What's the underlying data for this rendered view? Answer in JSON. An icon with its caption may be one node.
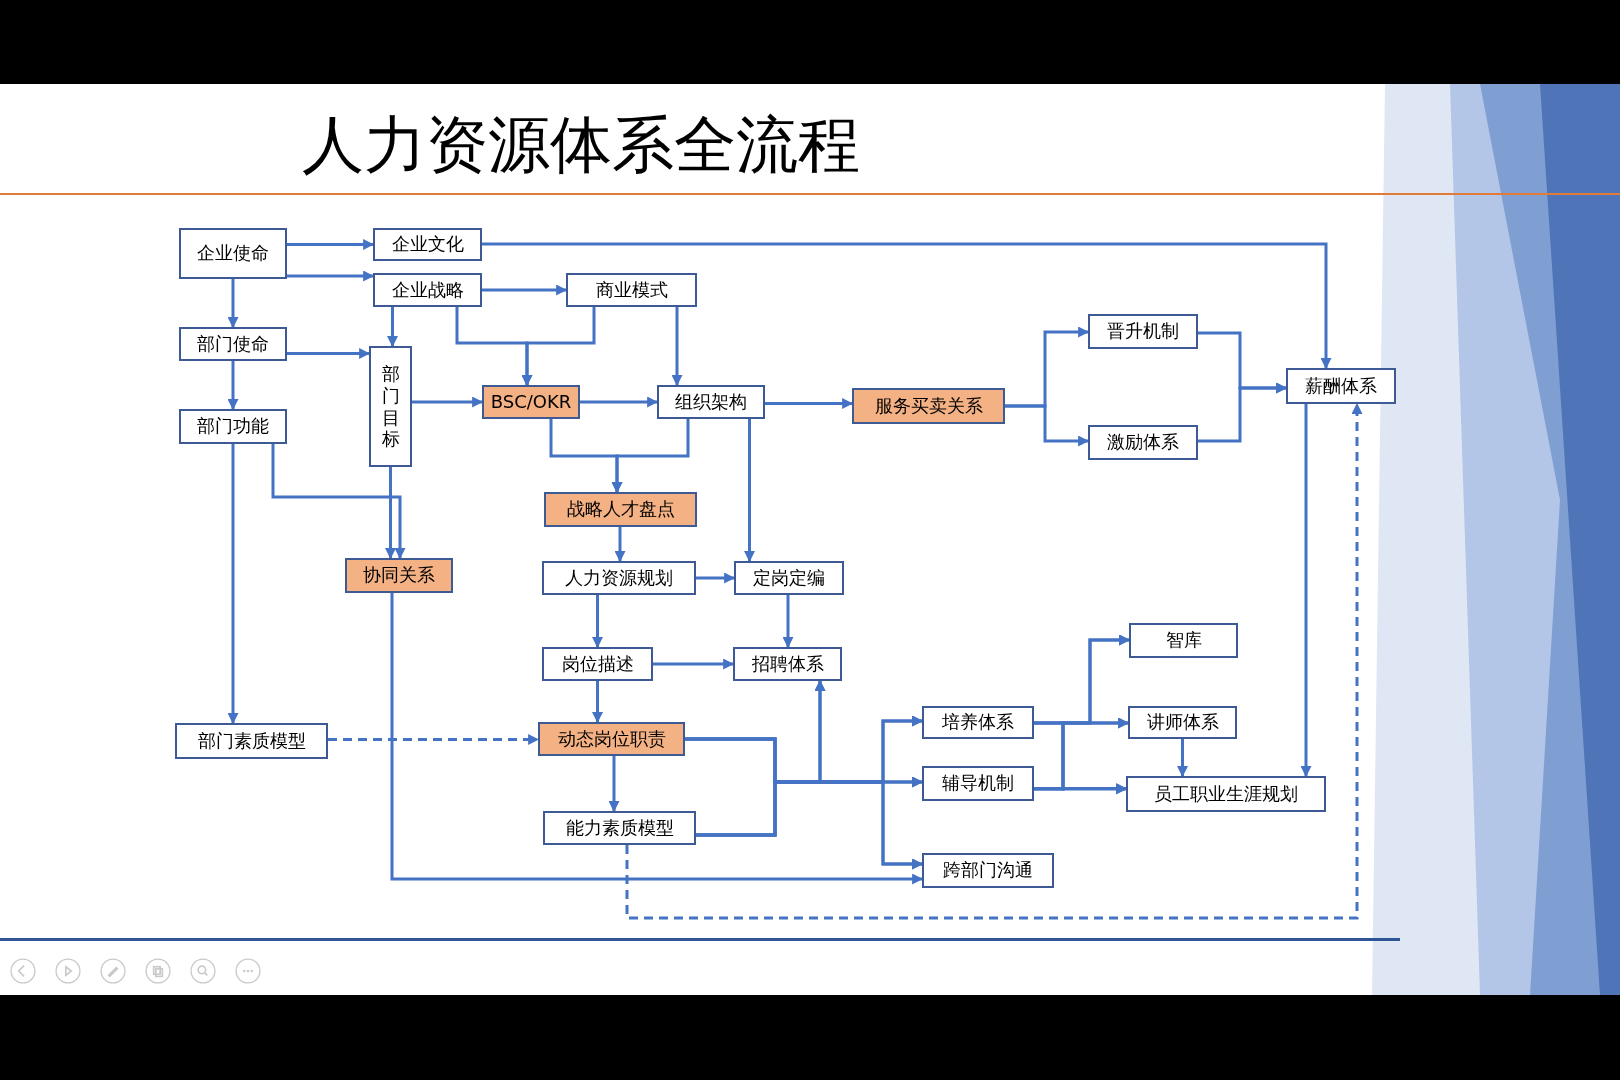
{
  "diagram": {
    "title": "人力资源体系全流程",
    "nodes": [
      {
        "text": [
          "企业使命"
        ]
      },
      {
        "text": [
          "企业文化"
        ]
      },
      {
        "text": [
          "企业战略"
        ]
      },
      {
        "text": [
          "商业模式"
        ]
      },
      {
        "text": [
          "部门使命"
        ]
      },
      {
        "text": [
          "部门目标"
        ]
      },
      {
        "text": [
          "BSC/OKR"
        ]
      },
      {
        "text": [
          "组织架构"
        ]
      },
      {
        "text": [
          "服务买卖关系"
        ]
      },
      {
        "text": [
          "晋升机制"
        ]
      },
      {
        "text": [
          "激励体系"
        ]
      },
      {
        "text": [
          "薪酬体系"
        ]
      },
      {
        "text": [
          "部门功能"
        ]
      },
      {
        "text": [
          "战略人才盘点"
        ]
      },
      {
        "text": [
          "协同关系"
        ]
      },
      {
        "text": [
          "人力资源规划"
        ]
      },
      {
        "text": [
          "定岗定编"
        ]
      },
      {
        "text": [
          "岗位描述"
        ]
      },
      {
        "text": [
          "招聘体系"
        ]
      },
      {
        "text": [
          "智库"
        ]
      },
      {
        "text": [
          "部门素质模型"
        ]
      },
      {
        "text": [
          "动态岗位职责"
        ]
      },
      {
        "text": [
          "培养体系"
        ]
      },
      {
        "text": [
          "讲师体系"
        ]
      },
      {
        "text": [
          "辅导机制"
        ]
      },
      {
        "text": [
          "员工职业生涯规划"
        ]
      },
      {
        "text": [
          "能力素质模型"
        ]
      },
      {
        "text": [
          "跨部门沟通"
        ]
      }
    ],
    "edges": [
      {
        "from": 0,
        "to": 1,
        "arrow": "to"
      },
      {
        "from": 0,
        "to": 2,
        "arrow": "to"
      },
      {
        "from": 0,
        "to": 4,
        "arrow": "to"
      },
      {
        "from": 1,
        "to": 11,
        "arrow": "to"
      },
      {
        "from": 2,
        "to": 3,
        "arrow": "to"
      },
      {
        "from": 2,
        "to": 5,
        "arrow": "to"
      },
      {
        "from": 2,
        "to": 6,
        "arrow": "to"
      },
      {
        "from": 3,
        "to": 6,
        "arrow": "to"
      },
      {
        "from": 3,
        "to": 7,
        "arrow": "to"
      },
      {
        "from": 4,
        "to": 12,
        "arrow": "to"
      },
      {
        "from": 4,
        "to": 5,
        "arrow": "to"
      },
      {
        "from": 5,
        "to": 6,
        "arrow": "to"
      },
      {
        "from": 6,
        "to": 7,
        "arrow": "to"
      },
      {
        "from": 12,
        "to": 20,
        "arrow": "to"
      },
      {
        "from": 12,
        "to": 14,
        "arrow": "to"
      },
      {
        "from": 5,
        "to": 14,
        "arrow": "to"
      },
      {
        "from": 6,
        "to": 13,
        "arrow": "to"
      },
      {
        "from": 7,
        "to": 13,
        "arrow": "to"
      },
      {
        "from": 7,
        "to": 8,
        "arrow": "to"
      },
      {
        "from": 7,
        "to": 16,
        "arrow": "to"
      },
      {
        "from": 8,
        "to": 9,
        "arrow": "to"
      },
      {
        "from": 8,
        "to": 10,
        "arrow": "to"
      },
      {
        "from": 9,
        "to": 11,
        "arrow": "to"
      },
      {
        "from": 10,
        "to": 11,
        "arrow": "to"
      },
      {
        "from": 13,
        "to": 15,
        "arrow": "to"
      },
      {
        "from": 15,
        "to": 16,
        "arrow": "to"
      },
      {
        "from": 15,
        "to": 17,
        "arrow": "to"
      },
      {
        "from": 16,
        "to": 18,
        "arrow": "to"
      },
      {
        "from": 17,
        "to": 18,
        "arrow": "to"
      },
      {
        "from": 17,
        "to": 21,
        "arrow": "to"
      },
      {
        "from": 20,
        "to": 21,
        "arrow": "to",
        "style": "dashed"
      },
      {
        "from": 21,
        "to": 26,
        "arrow": "to"
      },
      {
        "from": 21,
        "to": 18,
        "arrow": "to"
      },
      {
        "from": 21,
        "to": 22,
        "arrow": "to"
      },
      {
        "from": 21,
        "to": 24,
        "arrow": "to"
      },
      {
        "from": 21,
        "to": 27,
        "arrow": "to"
      },
      {
        "from": 26,
        "to": 18,
        "arrow": "to"
      },
      {
        "from": 26,
        "to": 22,
        "arrow": "to"
      },
      {
        "from": 26,
        "to": 24,
        "arrow": "to"
      },
      {
        "from": 26,
        "to": 27,
        "arrow": "to"
      },
      {
        "from": 14,
        "to": 27,
        "arrow": "to"
      },
      {
        "from": 26,
        "to": 11,
        "arrow": "to",
        "style": "dashed"
      },
      {
        "from": 11,
        "to": 25,
        "arrow": "to"
      },
      {
        "from": 22,
        "to": 19,
        "arrow": "to"
      },
      {
        "from": 22,
        "to": 23,
        "arrow": "to"
      },
      {
        "from": 22,
        "to": 25,
        "arrow": "to"
      },
      {
        "from": 24,
        "to": 19,
        "arrow": "to"
      },
      {
        "from": 24,
        "to": 23,
        "arrow": "to"
      },
      {
        "from": 24,
        "to": 25,
        "arrow": "to"
      },
      {
        "from": 23,
        "to": 25,
        "arrow": "to"
      }
    ]
  }
}
